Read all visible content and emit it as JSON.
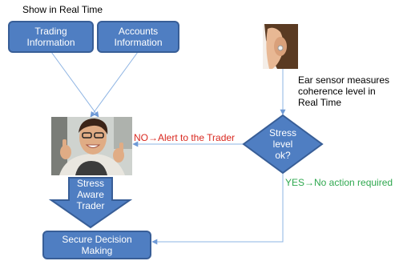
{
  "heading": "Show in Real Time",
  "boxes": {
    "trading": [
      "Trading",
      "Information"
    ],
    "accounts": [
      "Accounts",
      "Information"
    ],
    "secure": [
      "Secure Decision",
      "Making"
    ]
  },
  "diamond": [
    "Stress",
    "level",
    "ok?"
  ],
  "arrow_down": [
    "Stress",
    "Aware",
    "Trader"
  ],
  "sensor_note": [
    "Ear sensor measures",
    "coherence level in",
    "Real Time"
  ],
  "no_label": "NO→Alert to the Trader",
  "yes_label": "YES→No action required",
  "colors": {
    "box_fill": "#4f7ec2",
    "box_border": "#385e97",
    "connector": "#8eb4e3",
    "no_text": "#d9281f",
    "yes_text": "#2fa84f"
  }
}
